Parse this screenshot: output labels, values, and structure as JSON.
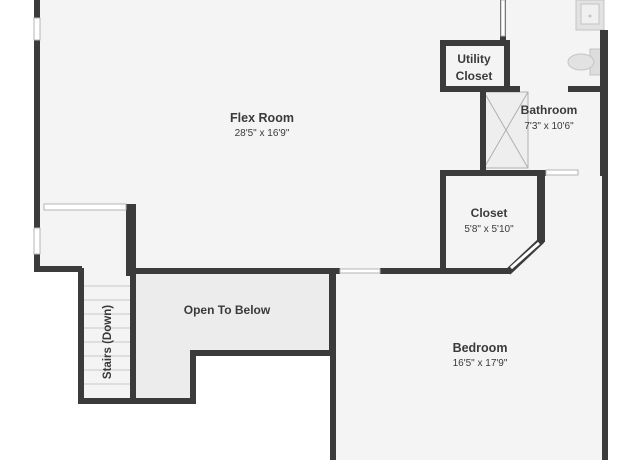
{
  "colors": {
    "wall": "#3b3b3b",
    "floor": "#f4f4f4",
    "open_area": "#ededed",
    "background": "#ffffff",
    "window": "#ffffff",
    "window_line": "#b5b5b5",
    "text": "#3a3a3a"
  },
  "rooms": {
    "flex_room": {
      "name": "Flex Room",
      "dims": "28'5\" x 16'9\""
    },
    "utility_closet": {
      "line1": "Utility",
      "line2": "Closet"
    },
    "bathroom": {
      "name": "Bathroom",
      "dims": "7'3\" x 10'6\""
    },
    "closet": {
      "name": "Closet",
      "dims": "5'8\" x 5'10\""
    },
    "open_to_below": {
      "name": "Open To Below"
    },
    "stairs": {
      "name": "Stairs (Down)"
    },
    "bedroom": {
      "name": "Bedroom",
      "dims": "16'5\" x 17'9\""
    }
  },
  "icons": [
    "sink-icon",
    "toilet-icon",
    "shower-icon",
    "door-swing-icon"
  ]
}
